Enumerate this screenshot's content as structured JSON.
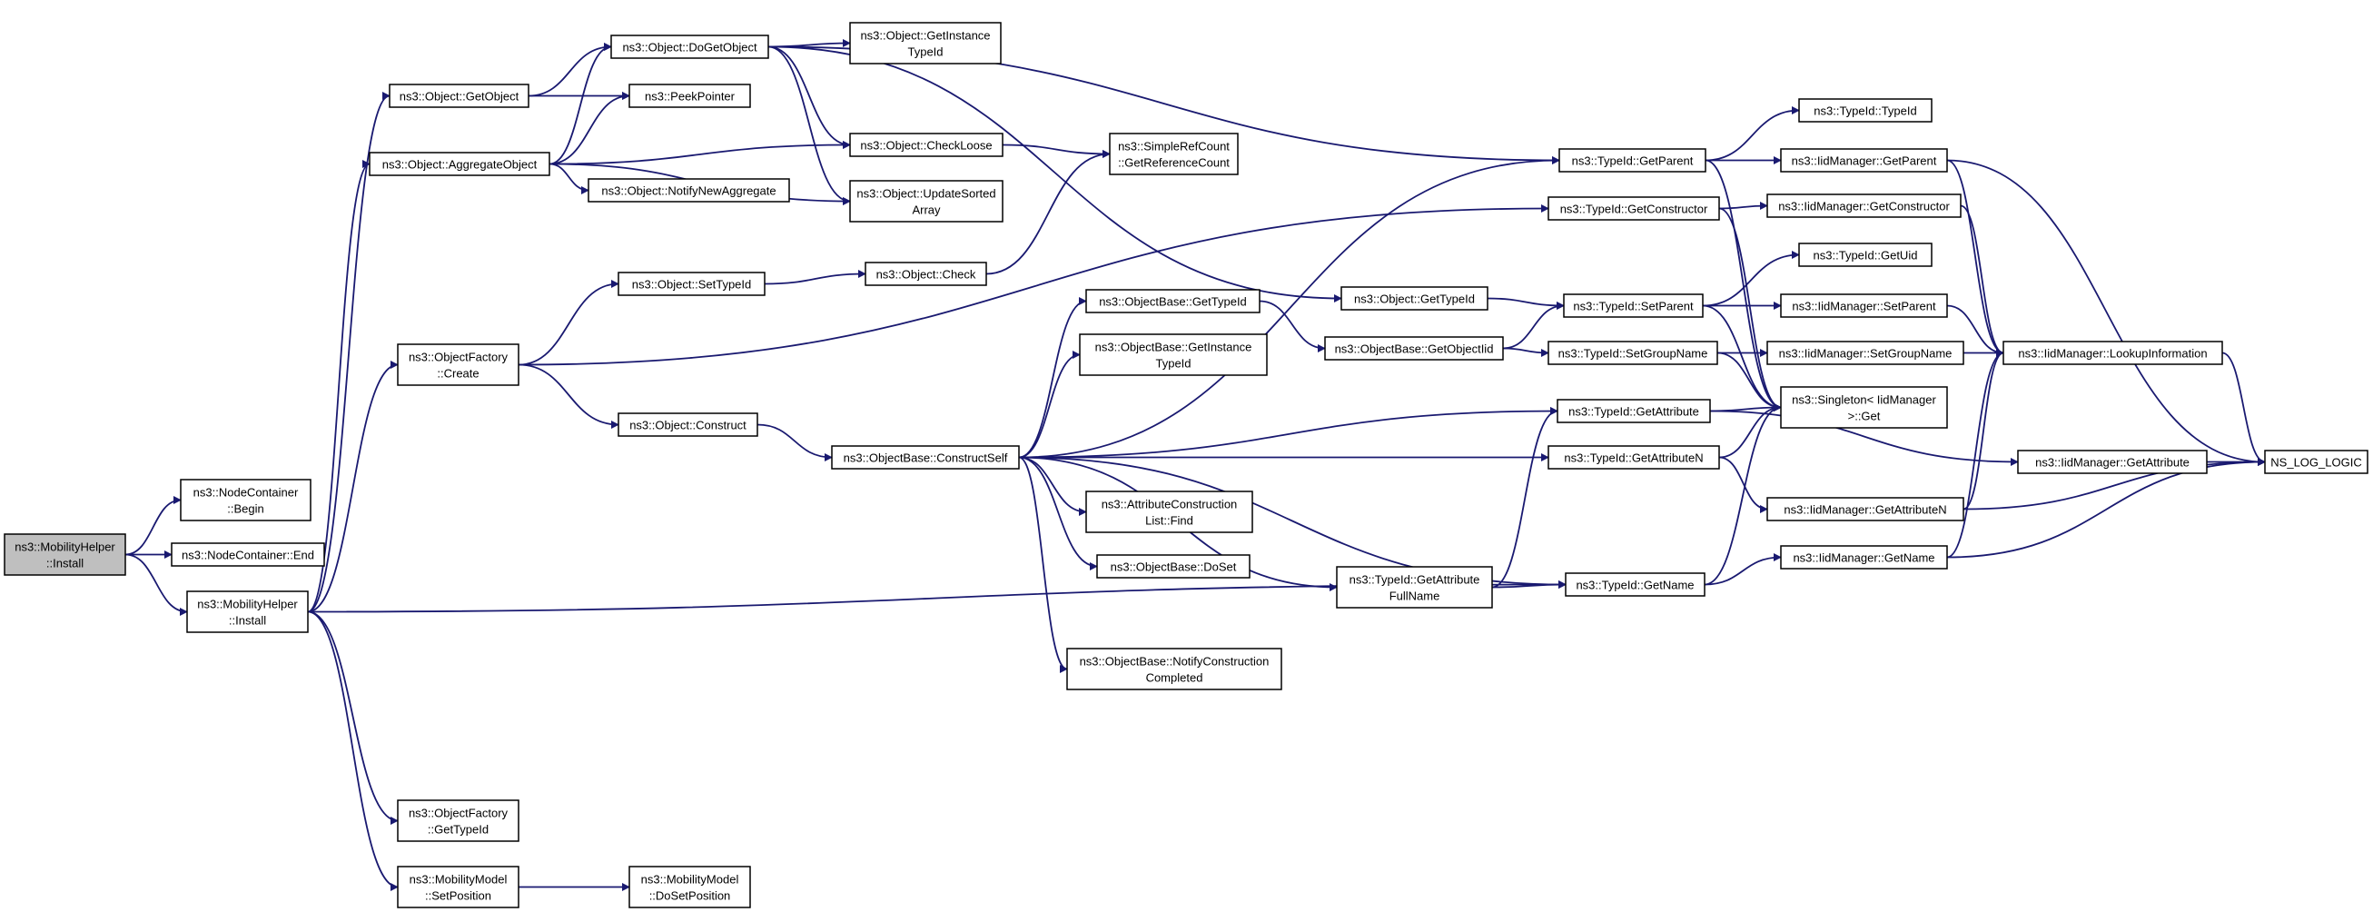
{
  "graph": {
    "edge_color": "#191970",
    "root_fill": "#bfbfbf",
    "nodes": [
      {
        "id": "mh_install_root",
        "lines": [
          "ns3::MobilityHelper",
          "::Install"
        ],
        "root": true
      },
      {
        "id": "nc_begin",
        "lines": [
          "ns3::NodeContainer",
          "::Begin"
        ]
      },
      {
        "id": "nc_end",
        "lines": [
          "ns3::NodeContainer::End"
        ]
      },
      {
        "id": "mh_install",
        "lines": [
          "ns3::MobilityHelper",
          "::Install"
        ]
      },
      {
        "id": "obj_getobject",
        "lines": [
          "ns3::Object::GetObject"
        ]
      },
      {
        "id": "obj_aggregate",
        "lines": [
          "ns3::Object::AggregateObject"
        ]
      },
      {
        "id": "of_create",
        "lines": [
          "ns3::ObjectFactory",
          "::Create"
        ]
      },
      {
        "id": "of_gettypeid",
        "lines": [
          "ns3::ObjectFactory",
          "::GetTypeId"
        ]
      },
      {
        "id": "mm_setposition",
        "lines": [
          "ns3::MobilityModel",
          "::SetPosition"
        ]
      },
      {
        "id": "mm_dosetposition",
        "lines": [
          "ns3::MobilityModel",
          "::DoSetPosition"
        ]
      },
      {
        "id": "obj_dogetobject",
        "lines": [
          "ns3::Object::DoGetObject"
        ]
      },
      {
        "id": "peekpointer",
        "lines": [
          "ns3::PeekPointer"
        ]
      },
      {
        "id": "obj_notifynewagg",
        "lines": [
          "ns3::Object::NotifyNewAggregate"
        ]
      },
      {
        "id": "obj_getinstancetypeid",
        "lines": [
          "ns3::Object::GetInstance",
          "TypeId"
        ]
      },
      {
        "id": "obj_checkloose",
        "lines": [
          "ns3::Object::CheckLoose"
        ]
      },
      {
        "id": "obj_updatesorted",
        "lines": [
          "ns3::Object::UpdateSorted",
          "Array"
        ]
      },
      {
        "id": "obj_settypeid",
        "lines": [
          "ns3::Object::SetTypeId"
        ]
      },
      {
        "id": "obj_check",
        "lines": [
          "ns3::Object::Check"
        ]
      },
      {
        "id": "obj_construct",
        "lines": [
          "ns3::Object::Construct"
        ]
      },
      {
        "id": "src_getrefcount",
        "lines": [
          "ns3::SimpleRefCount",
          "::GetReferenceCount"
        ]
      },
      {
        "id": "ob_constructself",
        "lines": [
          "ns3::ObjectBase::ConstructSelf"
        ]
      },
      {
        "id": "ob_gettypeid",
        "lines": [
          "ns3::ObjectBase::GetTypeId"
        ]
      },
      {
        "id": "ob_getinstancetypeid",
        "lines": [
          "ns3::ObjectBase::GetInstance",
          "TypeId"
        ]
      },
      {
        "id": "acl_find",
        "lines": [
          "ns3::AttributeConstruction",
          "List::Find"
        ]
      },
      {
        "id": "ob_doset",
        "lines": [
          "ns3::ObjectBase::DoSet"
        ]
      },
      {
        "id": "ob_notifyconstruction",
        "lines": [
          "ns3::ObjectBase::NotifyConstruction",
          "Completed"
        ]
      },
      {
        "id": "obj_gettypeid",
        "lines": [
          "ns3::Object::GetTypeId"
        ]
      },
      {
        "id": "ob_getobjectiid",
        "lines": [
          "ns3::ObjectBase::GetObjectIid"
        ]
      },
      {
        "id": "tid_getattrfullname",
        "lines": [
          "ns3::TypeId::GetAttribute",
          "FullName"
        ]
      },
      {
        "id": "tid_getparent",
        "lines": [
          "ns3::TypeId::GetParent"
        ]
      },
      {
        "id": "tid_getconstructor",
        "lines": [
          "ns3::TypeId::GetConstructor"
        ]
      },
      {
        "id": "tid_setparent",
        "lines": [
          "ns3::TypeId::SetParent"
        ]
      },
      {
        "id": "tid_setgroupname",
        "lines": [
          "ns3::TypeId::SetGroupName"
        ]
      },
      {
        "id": "tid_getattribute",
        "lines": [
          "ns3::TypeId::GetAttribute"
        ]
      },
      {
        "id": "tid_getattributen",
        "lines": [
          "ns3::TypeId::GetAttributeN"
        ]
      },
      {
        "id": "tid_getname",
        "lines": [
          "ns3::TypeId::GetName"
        ]
      },
      {
        "id": "tid_typeid",
        "lines": [
          "ns3::TypeId::TypeId"
        ]
      },
      {
        "id": "iid_getparent",
        "lines": [
          "ns3::IidManager::GetParent"
        ]
      },
      {
        "id": "iid_getconstructor",
        "lines": [
          "ns3::IidManager::GetConstructor"
        ]
      },
      {
        "id": "tid_getuid",
        "lines": [
          "ns3::TypeId::GetUid"
        ]
      },
      {
        "id": "iid_setparent",
        "lines": [
          "ns3::IidManager::SetParent"
        ]
      },
      {
        "id": "iid_setgroupname",
        "lines": [
          "ns3::IidManager::SetGroupName"
        ]
      },
      {
        "id": "singleton_get",
        "lines": [
          "ns3::Singleton< IidManager",
          ">::Get"
        ]
      },
      {
        "id": "iid_getattributen",
        "lines": [
          "ns3::IidManager::GetAttributeN"
        ]
      },
      {
        "id": "iid_getname",
        "lines": [
          "ns3::IidManager::GetName"
        ]
      },
      {
        "id": "iid_lookupinfo",
        "lines": [
          "ns3::IidManager::LookupInformation"
        ]
      },
      {
        "id": "iid_getattribute",
        "lines": [
          "ns3::IidManager::GetAttribute"
        ]
      },
      {
        "id": "ns_log_logic",
        "lines": [
          "NS_LOG_LOGIC"
        ]
      }
    ],
    "edges": [
      [
        "mh_install_root",
        "nc_begin"
      ],
      [
        "mh_install_root",
        "nc_end"
      ],
      [
        "mh_install_root",
        "mh_install"
      ],
      [
        "mh_install",
        "obj_getobject"
      ],
      [
        "mh_install",
        "obj_aggregate"
      ],
      [
        "mh_install",
        "of_create"
      ],
      [
        "mh_install",
        "of_gettypeid"
      ],
      [
        "mh_install",
        "mm_setposition"
      ],
      [
        "mh_install",
        "tid_getname"
      ],
      [
        "obj_getobject",
        "obj_dogetobject"
      ],
      [
        "obj_getobject",
        "peekpointer"
      ],
      [
        "obj_aggregate",
        "obj_dogetobject"
      ],
      [
        "obj_aggregate",
        "peekpointer"
      ],
      [
        "obj_aggregate",
        "obj_checkloose"
      ],
      [
        "obj_aggregate",
        "obj_notifynewagg"
      ],
      [
        "obj_aggregate",
        "obj_updatesorted"
      ],
      [
        "of_create",
        "obj_settypeid"
      ],
      [
        "of_create",
        "obj_construct"
      ],
      [
        "of_create",
        "tid_getconstructor"
      ],
      [
        "mm_setposition",
        "mm_dosetposition"
      ],
      [
        "obj_dogetobject",
        "obj_getinstancetypeid"
      ],
      [
        "obj_dogetobject",
        "obj_checkloose"
      ],
      [
        "obj_dogetobject",
        "obj_updatesorted"
      ],
      [
        "obj_dogetobject",
        "tid_getparent"
      ],
      [
        "obj_dogetobject",
        "obj_gettypeid"
      ],
      [
        "obj_checkloose",
        "src_getrefcount"
      ],
      [
        "obj_settypeid",
        "obj_check"
      ],
      [
        "obj_check",
        "src_getrefcount"
      ],
      [
        "obj_construct",
        "ob_constructself"
      ],
      [
        "ob_constructself",
        "ob_gettypeid"
      ],
      [
        "ob_constructself",
        "ob_getinstancetypeid"
      ],
      [
        "ob_constructself",
        "acl_find"
      ],
      [
        "ob_constructself",
        "ob_doset"
      ],
      [
        "ob_constructself",
        "ob_notifyconstruction"
      ],
      [
        "ob_constructself",
        "tid_getattrfullname"
      ],
      [
        "ob_constructself",
        "tid_getparent"
      ],
      [
        "ob_constructself",
        "tid_getattribute"
      ],
      [
        "ob_constructself",
        "tid_getattributen"
      ],
      [
        "ob_constructself",
        "tid_getname"
      ],
      [
        "ob_gettypeid",
        "ob_getobjectiid"
      ],
      [
        "obj_gettypeid",
        "tid_setparent"
      ],
      [
        "ob_getobjectiid",
        "tid_setparent"
      ],
      [
        "ob_getobjectiid",
        "tid_setgroupname"
      ],
      [
        "tid_getattrfullname",
        "tid_getattribute"
      ],
      [
        "tid_getattrfullname",
        "tid_getname"
      ],
      [
        "tid_getparent",
        "tid_typeid"
      ],
      [
        "tid_getparent",
        "iid_getparent"
      ],
      [
        "tid_getparent",
        "singleton_get"
      ],
      [
        "tid_getconstructor",
        "iid_getconstructor"
      ],
      [
        "tid_getconstructor",
        "singleton_get"
      ],
      [
        "tid_setparent",
        "tid_getuid"
      ],
      [
        "tid_setparent",
        "iid_setparent"
      ],
      [
        "tid_setparent",
        "singleton_get"
      ],
      [
        "tid_setgroupname",
        "iid_setgroupname"
      ],
      [
        "tid_setgroupname",
        "singleton_get"
      ],
      [
        "tid_getattribute",
        "singleton_get"
      ],
      [
        "tid_getattribute",
        "iid_getattribute"
      ],
      [
        "tid_getattributen",
        "singleton_get"
      ],
      [
        "tid_getattributen",
        "iid_getattributen"
      ],
      [
        "tid_getname",
        "iid_getname"
      ],
      [
        "tid_getname",
        "singleton_get"
      ],
      [
        "iid_getparent",
        "iid_lookupinfo"
      ],
      [
        "iid_getparent",
        "ns_log_logic"
      ],
      [
        "iid_getconstructor",
        "iid_lookupinfo"
      ],
      [
        "iid_setparent",
        "iid_lookupinfo"
      ],
      [
        "iid_setgroupname",
        "iid_lookupinfo"
      ],
      [
        "iid_getattribute",
        "ns_log_logic"
      ],
      [
        "iid_getattributen",
        "iid_lookupinfo"
      ],
      [
        "iid_getattributen",
        "ns_log_logic"
      ],
      [
        "iid_getname",
        "iid_lookupinfo"
      ],
      [
        "iid_getname",
        "ns_log_logic"
      ],
      [
        "iid_lookupinfo",
        "ns_log_logic"
      ]
    ]
  }
}
